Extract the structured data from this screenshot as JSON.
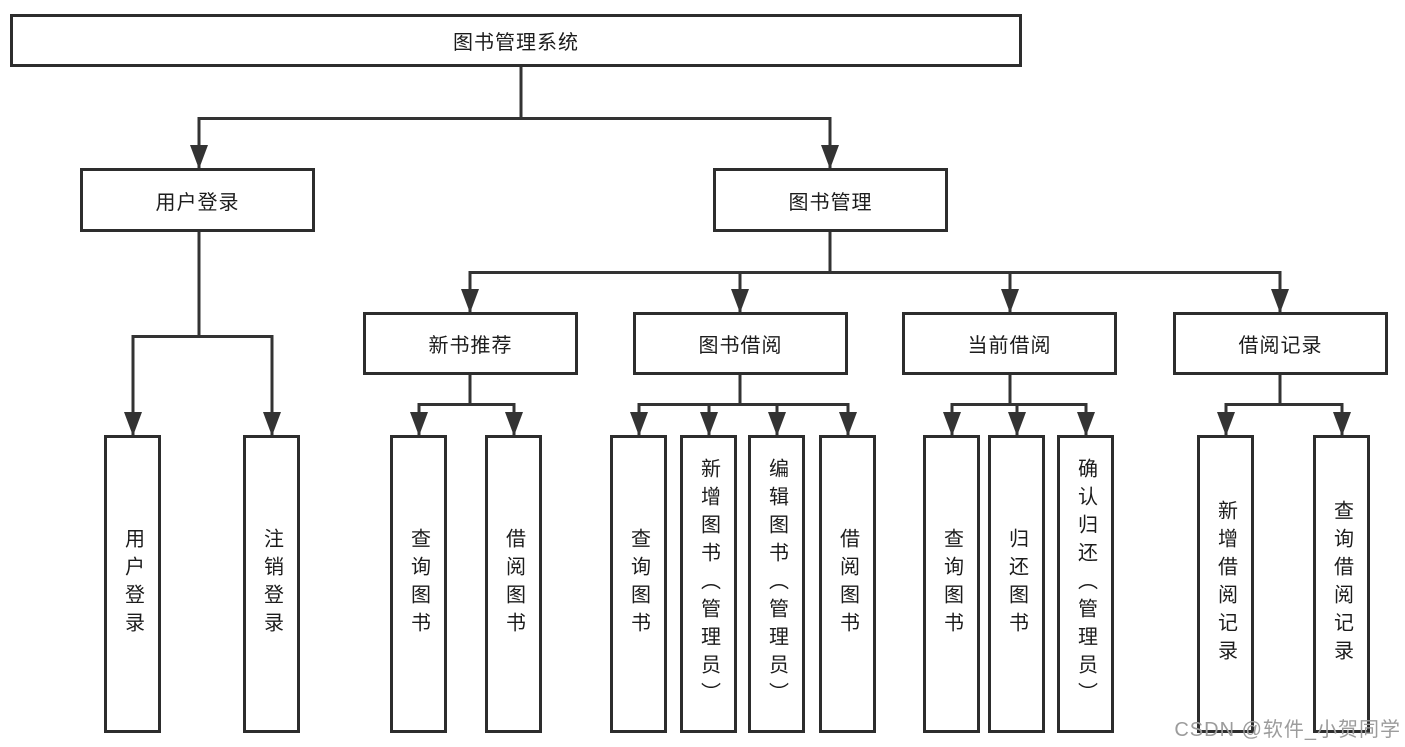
{
  "diagram": {
    "root": {
      "label": "图书管理系统"
    },
    "level2": [
      {
        "label": "用户登录"
      },
      {
        "label": "图书管理"
      }
    ],
    "level3": [
      {
        "label": "新书推荐"
      },
      {
        "label": "图书借阅"
      },
      {
        "label": "当前借阅"
      },
      {
        "label": "借阅记录"
      }
    ],
    "leaves": {
      "user_login": [
        "用户登录",
        "注销登录"
      ],
      "new_books": [
        "查询图书",
        "借阅图书"
      ],
      "book_borrow": [
        "查询图书",
        "新增图书（管理员）",
        "编辑图书（管理员）",
        "借阅图书"
      ],
      "current_borrow": [
        "查询图书",
        "归还图书",
        "确认归还（管理员）"
      ],
      "borrow_records": [
        "新增借阅记录",
        "查询借阅记录"
      ]
    }
  },
  "watermark": "CSDN @软件_小贺同学",
  "colors": {
    "line": "#333333",
    "box_border": "#2d2d2d",
    "text": "#1c1c1c",
    "watermark": "#9c9c9c",
    "background": "#ffffff"
  }
}
